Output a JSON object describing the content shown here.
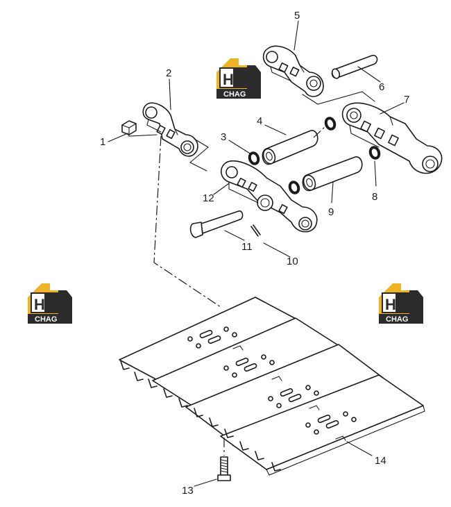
{
  "brand": {
    "logo_mark": "H3",
    "logo_word": "CHAG",
    "gold": "#F0B323",
    "dark": "#2b2b2b"
  },
  "callouts": [
    {
      "id": "1",
      "label": "1"
    },
    {
      "id": "2",
      "label": "2"
    },
    {
      "id": "3",
      "label": "3"
    },
    {
      "id": "4",
      "label": "4"
    },
    {
      "id": "5",
      "label": "5"
    },
    {
      "id": "6",
      "label": "6"
    },
    {
      "id": "7",
      "label": "7"
    },
    {
      "id": "8",
      "label": "8"
    },
    {
      "id": "9",
      "label": "9"
    },
    {
      "id": "10",
      "label": "10"
    },
    {
      "id": "11",
      "label": "11"
    },
    {
      "id": "12",
      "label": "12"
    },
    {
      "id": "13",
      "label": "13"
    },
    {
      "id": "14",
      "label": "14"
    }
  ]
}
